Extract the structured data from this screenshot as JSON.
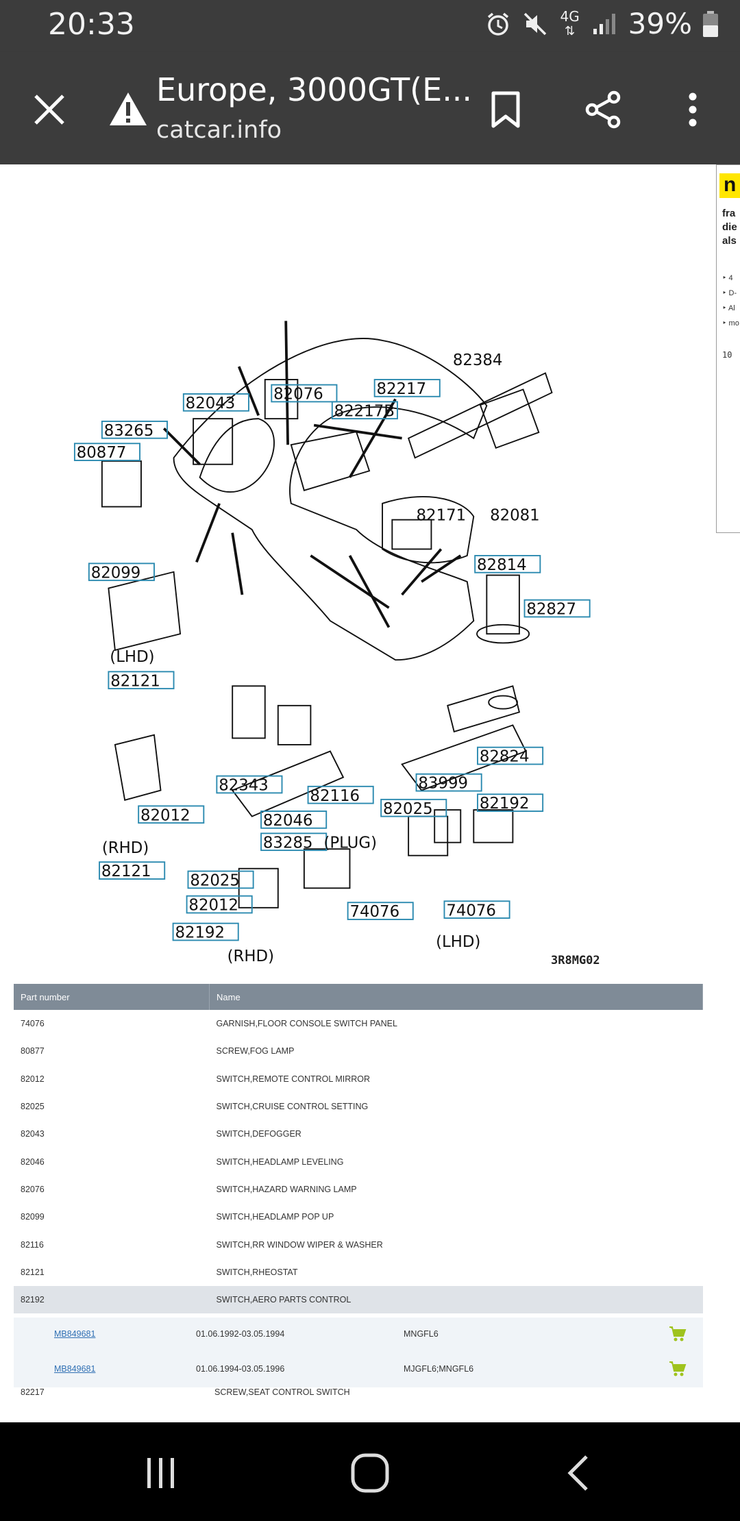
{
  "status_bar": {
    "time": "20:33",
    "network": "4G",
    "battery_percent": "39%"
  },
  "toolbar": {
    "title": "Europe, 3000GT(E...",
    "url": "catcar.info",
    "icons": [
      "close-icon",
      "warning-icon",
      "bookmark-icon",
      "share-icon",
      "more-icon"
    ]
  },
  "diagram": {
    "code": "3R8MG02",
    "labels": {
      "l82384": "82384",
      "l82043": "82043",
      "l82076": "82076",
      "l82217": "82217",
      "l82217b": "82217B",
      "l83265": "83265",
      "l80877": "80877",
      "l82099": "82099",
      "l82171": "82171",
      "l82081": "82081",
      "l82814": "82814",
      "l82827": "82827",
      "l82824": "82824",
      "lhd1": "(LHD)",
      "l82121a": "82121",
      "l82012a": "82012",
      "l82343": "82343",
      "l82116": "82116",
      "l82046": "82046",
      "l83285": "83285",
      "plug": "(PLUG)",
      "l83999": "83999",
      "l82025a": "82025",
      "l82192a": "82192",
      "rhd1": "(RHD)",
      "l82121b": "82121",
      "l82025b": "82025",
      "l82012b": "82012",
      "l74076a": "74076",
      "l82192b": "82192",
      "rhd2": "(RHD)",
      "l74076b": "74076",
      "lhd2": "(LHD)"
    }
  },
  "ad": {
    "lines": [
      "fra",
      "die",
      "als"
    ],
    "bullets": [
      "4",
      "D-",
      "Al",
      "mo"
    ],
    "number": "10"
  },
  "parts_table": {
    "headers": [
      "Part number",
      "Name"
    ],
    "rows": [
      {
        "part": "74076",
        "name": "GARNISH,FLOOR CONSOLE SWITCH PANEL"
      },
      {
        "part": "80877",
        "name": "SCREW,FOG LAMP"
      },
      {
        "part": "82012",
        "name": "SWITCH,REMOTE CONTROL MIRROR"
      },
      {
        "part": "82025",
        "name": "SWITCH,CRUISE CONTROL SETTING"
      },
      {
        "part": "82043",
        "name": "SWITCH,DEFOGGER"
      },
      {
        "part": "82046",
        "name": "SWITCH,HEADLAMP LEVELING"
      },
      {
        "part": "82076",
        "name": "SWITCH,HAZARD WARNING LAMP"
      },
      {
        "part": "82099",
        "name": "SWITCH,HEADLAMP POP UP"
      },
      {
        "part": "82116",
        "name": "SWITCH,RR WINDOW WIPER & WASHER"
      },
      {
        "part": "82121",
        "name": "SWITCH,RHEOSTAT"
      },
      {
        "part": "82192",
        "name": "SWITCH,AERO PARTS CONTROL"
      }
    ],
    "sub_rows": [
      {
        "part_no": "MB849681",
        "dates": "01.06.1992-03.05.1994",
        "models": "MNGFL6"
      },
      {
        "part_no": "MB849681",
        "dates": "01.06.1994-03.05.1996",
        "models": "MJGFL6;MNGFL6"
      }
    ],
    "last_row": {
      "part": "82217",
      "name": "SCREW,SEAT CONTROL SWITCH"
    }
  },
  "colors": {
    "bar_bg": "#3c3c3c",
    "header_bg": "#7f8b97",
    "selected_row": "#dfe3e8",
    "sub_row": "#f0f4f8",
    "link": "#2f6fb3",
    "cart": "#9fc31d",
    "label_box": "#2b8ab0"
  }
}
